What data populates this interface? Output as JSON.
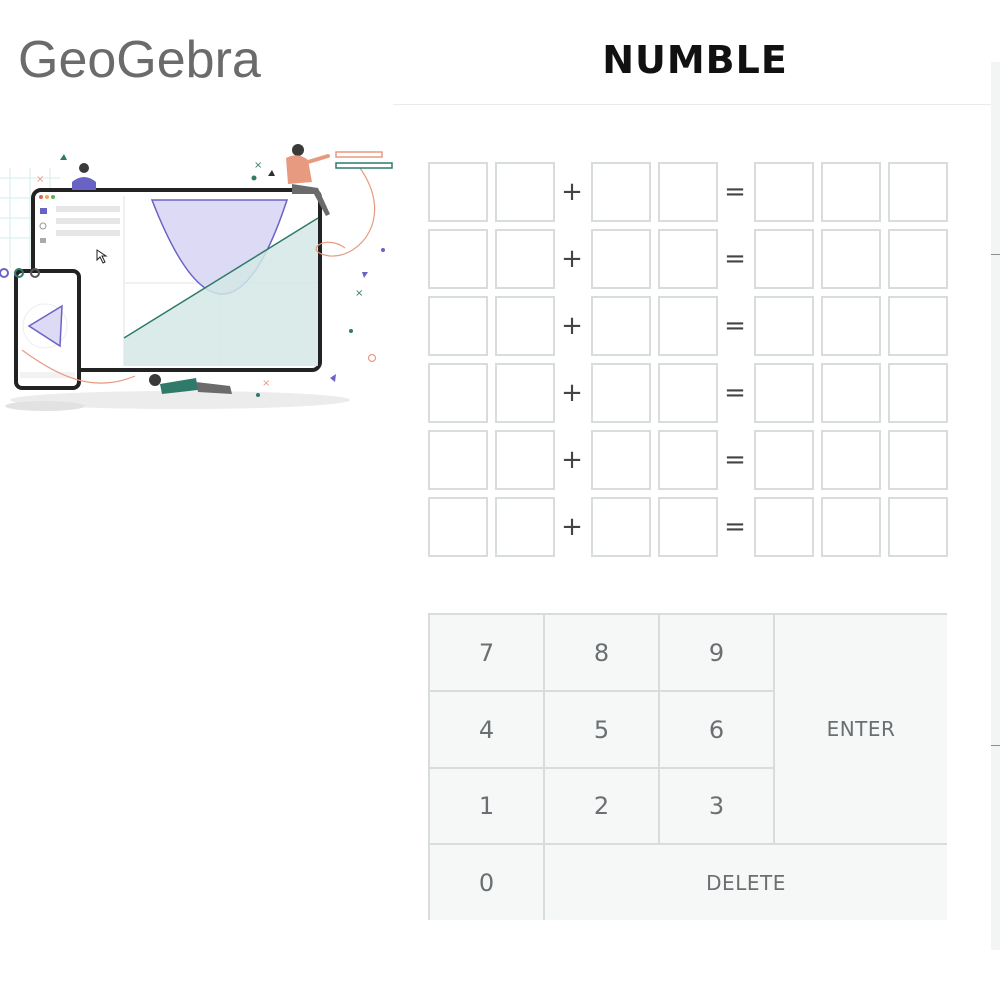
{
  "brand": {
    "logo_text": "GeoGebra"
  },
  "game": {
    "title": "NUMBLE",
    "operators": {
      "plus": "+",
      "equals": "="
    },
    "rows": [
      [
        "",
        "",
        "",
        "",
        "",
        "",
        ""
      ],
      [
        "",
        "",
        "",
        "",
        "",
        "",
        ""
      ],
      [
        "",
        "",
        "",
        "",
        "",
        "",
        ""
      ],
      [
        "",
        "",
        "",
        "",
        "",
        "",
        ""
      ],
      [
        "",
        "",
        "",
        "",
        "",
        "",
        ""
      ],
      [
        "",
        "",
        "",
        "",
        "",
        "",
        ""
      ]
    ]
  },
  "keypad": {
    "k7": "7",
    "k8": "8",
    "k9": "9",
    "k4": "4",
    "k5": "5",
    "k6": "6",
    "k1": "1",
    "k2": "2",
    "k3": "3",
    "k0": "0",
    "enter": "ENTER",
    "delete": "DELETE"
  },
  "colors": {
    "cell_border": "#d9dcdc",
    "key_bg": "#f6f8f8",
    "key_text": "#6b6f72",
    "illustration_purple": "#6a63c6",
    "illustration_teal": "#2f7a6a",
    "illustration_coral": "#e89a80"
  }
}
